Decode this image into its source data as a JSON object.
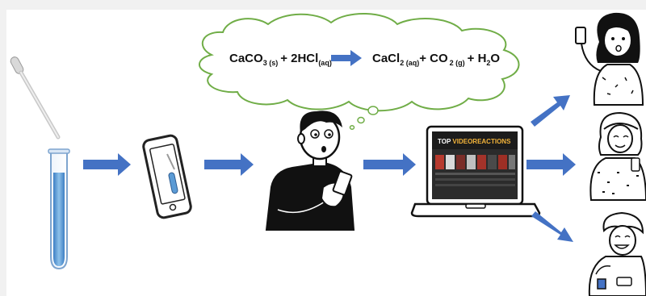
{
  "equation": {
    "reactant1": "CaCO",
    "reactant1_sub": "3 (s)",
    "plus1": "+ 2HCl",
    "reactant2_sub": "(aq)",
    "product1": "CaCl",
    "product1_sub": "2 (aq)",
    "plus2": "+ CO",
    "product2_sub": "2 (g)",
    "plus3": "+ H",
    "product3_sub": "2",
    "product3_tail": "O"
  },
  "laptop_screen": {
    "prefix": "TOP ",
    "highlight": "VIDEOREACTIONS"
  },
  "colors": {
    "arrow": "#4472c4",
    "cloud_outline": "#70ad47",
    "tube_liquid": "#5b9bd5",
    "ink": "#111111"
  },
  "icons": [
    "pipette-icon",
    "test-tube-icon",
    "smartphone-icon",
    "person-reading-phone-icon",
    "thought-cloud-icon",
    "laptop-icon",
    "viewer-icon"
  ]
}
